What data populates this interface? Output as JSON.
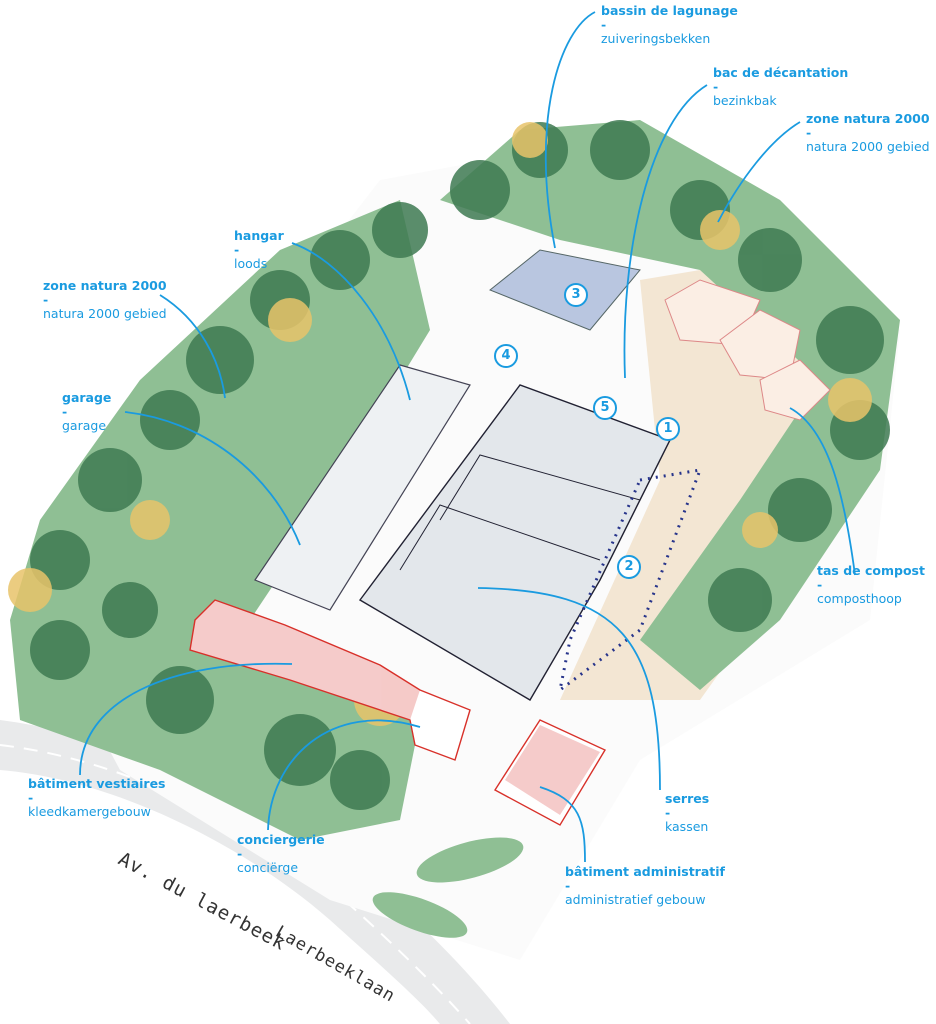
{
  "colors": {
    "accent": "#1a9be0",
    "building_red": "#d8312a",
    "greenery": "#8fbf94",
    "compost": "#f3e6d3",
    "road": "#e9eaeb"
  },
  "labels": [
    {
      "id": "bassin",
      "fr": "bassin de lagunage",
      "sep": "-",
      "nl": "zuiveringsbekken"
    },
    {
      "id": "decantation",
      "fr": "bac de décantation",
      "sep": "-",
      "nl": "bezinkbak"
    },
    {
      "id": "natura-right",
      "fr": "zone natura 2000",
      "sep": "-",
      "nl": "natura 2000 gebied"
    },
    {
      "id": "hangar",
      "fr": "hangar",
      "sep": "-",
      "nl": "loods"
    },
    {
      "id": "natura-left",
      "fr": "zone natura 2000",
      "sep": "-",
      "nl": "natura 2000 gebied"
    },
    {
      "id": "garage",
      "fr": "garage",
      "sep": "-",
      "nl": "garage"
    },
    {
      "id": "compost",
      "fr": "tas de compost",
      "sep": "-",
      "nl": "composthoop"
    },
    {
      "id": "vestiaires",
      "fr": "bâtiment vestiaires",
      "sep": "-",
      "nl": "kleedkamergebouw"
    },
    {
      "id": "serres",
      "fr": "serres",
      "sep": "-",
      "nl": "kassen"
    },
    {
      "id": "conciergerie",
      "fr": "conciergerie",
      "sep": "-",
      "nl": "conciërge"
    },
    {
      "id": "administratif",
      "fr": "bâtiment administratif",
      "sep": "-",
      "nl": "administratief gebouw"
    }
  ],
  "roads": {
    "fr": "Av. du laerbeek",
    "nl": "Laerbeeklaan"
  },
  "markers": [
    "1",
    "2",
    "3",
    "4",
    "5"
  ]
}
